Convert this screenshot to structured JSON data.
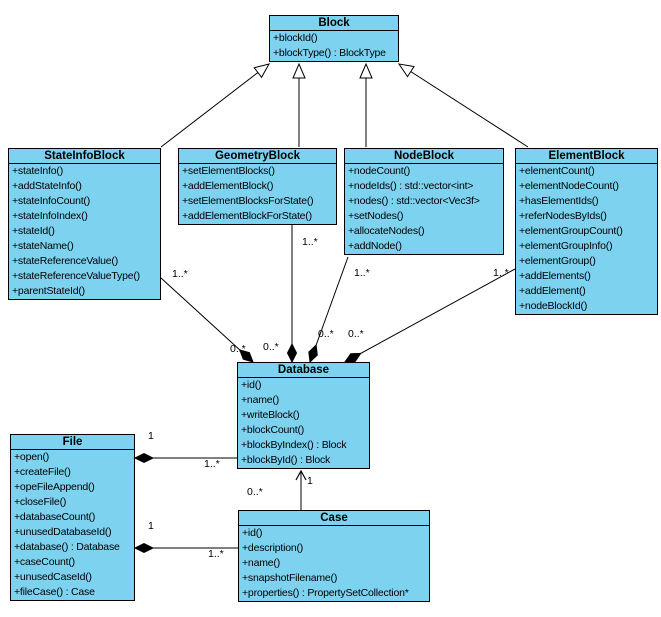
{
  "diagram": {
    "title": "UML class diagram",
    "colors": {
      "class_fill": "#7dd2f0",
      "border": "#000000",
      "background": "#ffffff"
    }
  },
  "classes": [
    {
      "name": "Block",
      "methods": [
        "+blockId()",
        "+blockType() : BlockType"
      ]
    },
    {
      "name": "StateInfoBlock",
      "methods": [
        "+stateInfo()",
        "+addStateInfo()",
        "+stateInfoCount()",
        "+stateInfoIndex()",
        "+stateId()",
        "+stateName()",
        "+stateReferenceValue()",
        "+stateReferenceValueType()",
        "+parentStateId()"
      ]
    },
    {
      "name": "GeometryBlock",
      "methods": [
        "+setElementBlocks()",
        "+addElementBlock()",
        "+setElementBlocksForState()",
        "+addElementBlockForState()"
      ]
    },
    {
      "name": "NodeBlock",
      "methods": [
        "+nodeCount()",
        "+nodeIds() : std::vector<int>",
        "+nodes() : std::vector<Vec3f>",
        "+setNodes()",
        "+allocateNodes()",
        "+addNode()"
      ]
    },
    {
      "name": "ElementBlock",
      "methods": [
        "+elementCount()",
        "+elementNodeCount()",
        "+hasElementIds()",
        "+referNodesByIds()",
        "+elementGroupCount()",
        "+elementGroupInfo()",
        "+elementGroup()",
        "+addElements()",
        "+addElement()",
        "+nodeBlockId()"
      ]
    },
    {
      "name": "Database",
      "methods": [
        "+id()",
        "+name()",
        "+writeBlock()",
        "+blockCount()",
        "+blockByIndex() : Block",
        "+blockById() : Block"
      ]
    },
    {
      "name": "File",
      "methods": [
        "+open()",
        "+createFile()",
        "+opeFileAppend()",
        "+closeFile()",
        "+databaseCount()",
        "+unusedDatabaseId()",
        "+database() : Database",
        "+caseCount()",
        "+unusedCaseId()",
        "+fileCase() : Case"
      ]
    },
    {
      "name": "Case",
      "methods": [
        "+id()",
        "+description()",
        "+name()",
        "+snapshotFilename()",
        "+properties() : PropertySetCollection*"
      ]
    }
  ],
  "multiplicities": {
    "stateinfo_db_source": "1..*",
    "stateinfo_db_target": "0..*",
    "geometry_db_source": "1..*",
    "geometry_db_target": "0..*",
    "node_db_source": "1..*",
    "node_db_target": "0..*",
    "element_db_source": "1..*",
    "element_db_target": "0..*",
    "file_db_source": "1",
    "file_db_target": "1..*",
    "file_case_source": "1",
    "file_case_target": "1..*",
    "case_db_target": "1",
    "case_db_source": "0..*"
  }
}
